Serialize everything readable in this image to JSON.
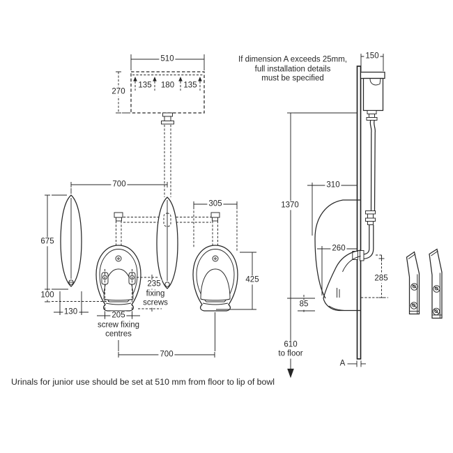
{
  "notes": {
    "dimension_a_note": "If dimension A exceeds 25mm,\nfull installation details\nmust be specified",
    "junior_note": "Urinals for junior use should be set at 510 mm from floor to lip of bowl"
  },
  "front_view": {
    "cistern_width": "510",
    "cistern_height": "270",
    "fixing_spacing_left": "135",
    "fixing_spacing_centre": "180",
    "fixing_spacing_right": "135",
    "division_centres": "700",
    "division_height": "675",
    "division_to_bowl_bottom": "100",
    "division_width": "130",
    "bowl_width": "305",
    "bowl_height": "425",
    "fixing_screw_height": "235",
    "fixing_screw_note": "fixing\nscrews",
    "screw_centres": "205",
    "screw_centres_note": "screw fixing\ncentres",
    "bowl_centres": "700"
  },
  "side_view": {
    "cistern_depth": "150",
    "overall_height": "1370",
    "division_depth": "310",
    "bowl_depth": "260",
    "inlet_to_lip": "285",
    "lip_to_base": "85",
    "floor_note": "610\nto floor",
    "wall_thickness_label": "A"
  },
  "colors": {
    "line": "#262626",
    "background": "#ffffff"
  }
}
